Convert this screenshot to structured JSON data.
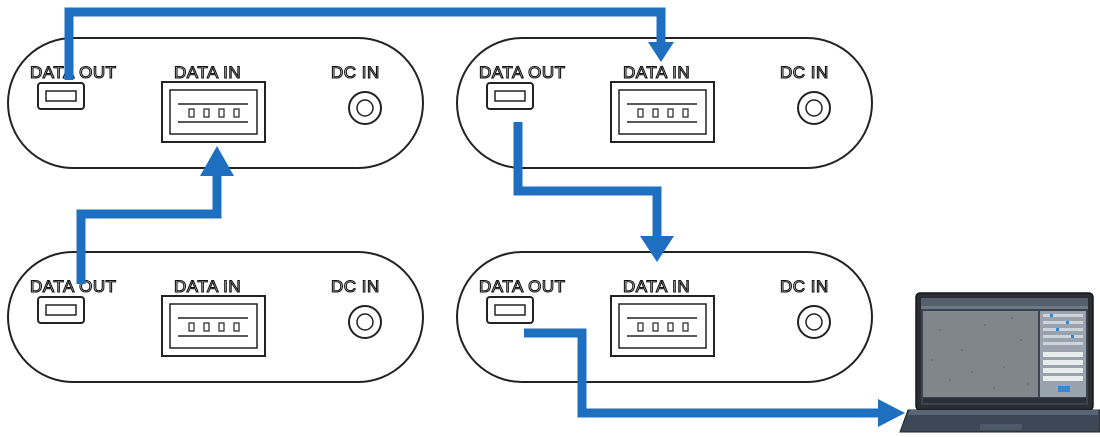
{
  "colors": {
    "cable": "#1f6fc0",
    "outline": "#222222",
    "panel_fill": "#ffffff"
  },
  "panels": [
    {
      "id": "top-left",
      "labels": {
        "data_out": "DATA OUT",
        "data_in": "DATA  IN",
        "dc_in": "DC  IN"
      }
    },
    {
      "id": "top-right",
      "labels": {
        "data_out": "DATA OUT",
        "data_in": "DATA  IN",
        "dc_in": "DC  IN"
      }
    },
    {
      "id": "bottom-left",
      "labels": {
        "data_out": "DATA OUT",
        "data_in": "DATA  IN",
        "dc_in": "DC  IN"
      }
    },
    {
      "id": "bottom-right",
      "labels": {
        "data_out": "DATA OUT",
        "data_in": "DATA  IN",
        "dc_in": "DC  IN"
      }
    }
  ],
  "laptop": {
    "icon": "laptop-icon",
    "screen_app": "microscope-camera-software"
  }
}
